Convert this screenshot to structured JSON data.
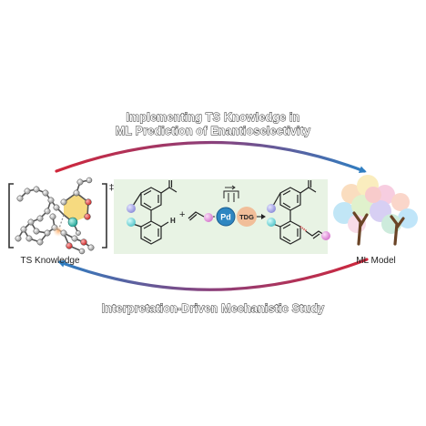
{
  "headings": {
    "top_line1": "Implementing TS Knowledge in",
    "top_line2": "ML Prediction of Enantioselectivity",
    "bottom": "Interpretation-Driven Mechanistic Study"
  },
  "labels": {
    "ts_knowledge": "TS Knowledge",
    "ml_model": "ML Model",
    "double_dagger": "‡",
    "plus": "+",
    "pd": "Pd",
    "tdg": "TDG",
    "hydrogen": "H"
  },
  "colors": {
    "arrow_top_start": "#d0263a",
    "arrow_top_end": "#2f7ec1",
    "arrow_bottom_start": "#d0263a",
    "arrow_bottom_end": "#2f7ec1",
    "panel_bg": "#e8f3e4",
    "pd_circle": "#2e86c1",
    "tdg_circle": "#f2b48c",
    "sphere_purple": "#a8a8e8",
    "sphere_cyan": "#7ed8da",
    "sphere_pink": "#e59adf",
    "tree_trunk": "#6a4426"
  }
}
